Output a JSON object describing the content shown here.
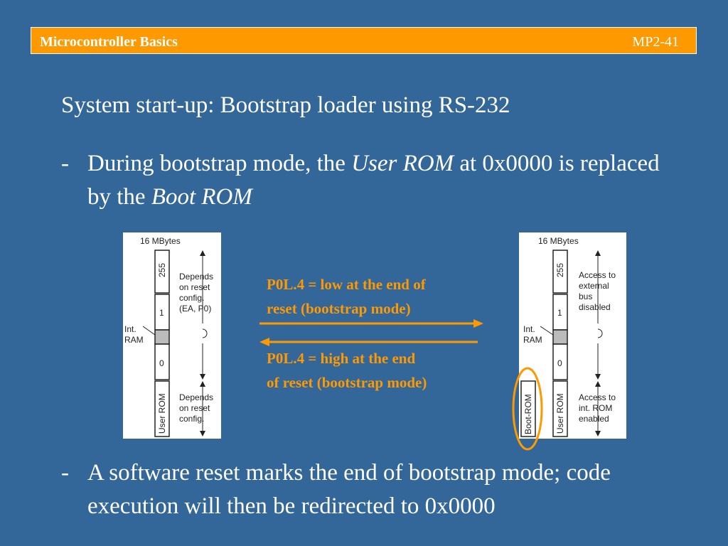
{
  "header": {
    "title": "Microcontroller Basics",
    "slide_number": "MP2-41"
  },
  "slide_title": "System start-up:  Bootstrap loader using RS-232",
  "bullets": [
    {
      "dash": "-",
      "t1": "During bootstrap mode, the ",
      "t2": "User ROM",
      "t3": " at 0x0000 is replaced by the ",
      "t4": "Boot ROM"
    },
    {
      "dash": "-",
      "text": "A software reset marks the end of bootstrap mode; code execution will then be redirected to 0x0000"
    }
  ],
  "arrow_labels": {
    "forward_line1": "P0L.4 = low at the end of",
    "forward_line2": "reset (bootstrap mode)",
    "back_line1": "P0L.4 = high at the end",
    "back_line2": "of reset (bootstrap mode)"
  },
  "diagram_left": {
    "size_label": "16 MBytes",
    "seg_top": "255",
    "seg_mid": "1",
    "seg_low": "0",
    "seg_bottom": "User ROM",
    "ram_line1": "Int.",
    "ram_line2": "RAM",
    "note_top": [
      "Depends",
      "on reset",
      "config.",
      "(EA, P0)"
    ],
    "note_bottom": [
      "Depends",
      "on reset",
      "config."
    ]
  },
  "diagram_right": {
    "size_label": "16 MBytes",
    "seg_top": "255",
    "seg_mid": "1",
    "seg_low": "0",
    "seg_bottom": "User ROM",
    "boot_label": "Boot-ROM",
    "ram_line1": "Int.",
    "ram_line2": "RAM",
    "note_top": [
      "Access to",
      "external",
      "bus",
      "disabled"
    ],
    "note_bottom": [
      "Access to",
      "int. ROM",
      "enabled"
    ]
  },
  "colors": {
    "background": "#336699",
    "accent": "#ff9900",
    "text": "#ffffff"
  }
}
